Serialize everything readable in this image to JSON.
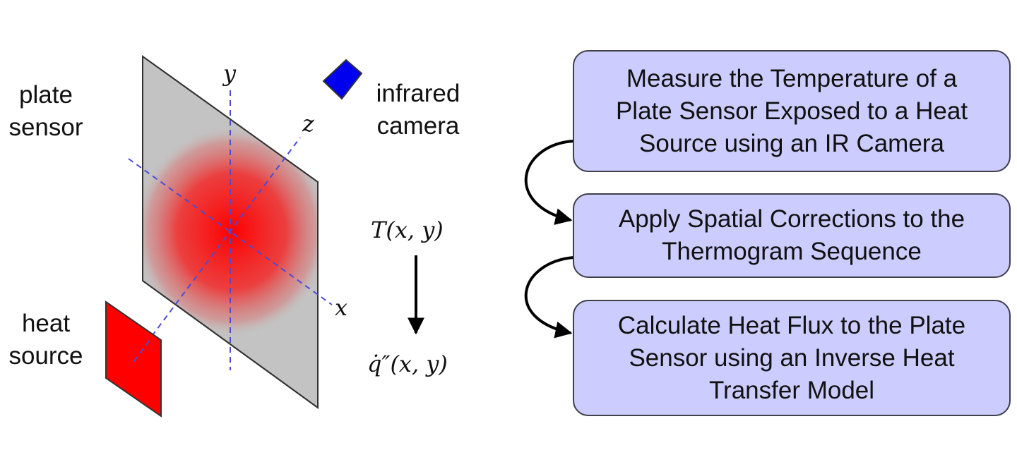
{
  "labels": {
    "plate_sensor": [
      "plate",
      "sensor"
    ],
    "heat_source": [
      "heat",
      "source"
    ],
    "infrared_camera": [
      "infrared",
      "camera"
    ]
  },
  "axes": {
    "x": "x",
    "y": "y",
    "z": "z"
  },
  "equations": {
    "temperature": "T(x, y)",
    "heat_flux": "q̇″(x, y)"
  },
  "flowchart": {
    "steps": [
      {
        "lines": [
          "Measure the Temperature of a",
          "Plate Sensor Exposed to a Heat",
          "Source using an IR Camera"
        ]
      },
      {
        "lines": [
          "Apply Spatial Corrections to the",
          "Thermogram Sequence"
        ]
      },
      {
        "lines": [
          "Calculate Heat Flux to the Plate",
          "Sensor using an Inverse Heat",
          "Transfer Model"
        ]
      }
    ]
  },
  "colors": {
    "plate_fill": "#c3c3c3",
    "hotspot": "#ff0000",
    "heat_source": "#ff0000",
    "camera": "#0000ee",
    "axis": "#4b4bd6",
    "box_fill": "#ccccff",
    "box_border": "#3f3f4a"
  }
}
